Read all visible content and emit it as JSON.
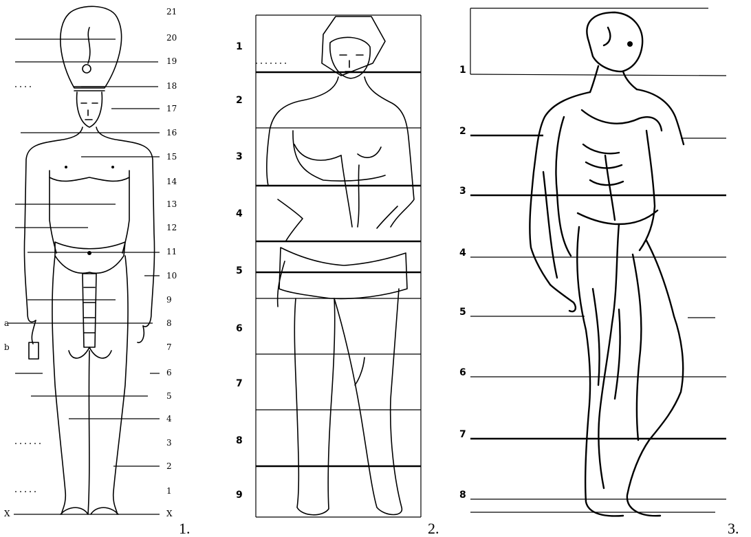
{
  "figures": [
    {
      "caption": "1.",
      "scale_labels": [
        "21",
        "20",
        "19",
        "18",
        "17",
        "16",
        "15",
        "14",
        "13",
        "12",
        "11",
        "10",
        "9",
        "8",
        "7",
        "6",
        "5",
        "4",
        "3",
        "2",
        "1",
        "X"
      ],
      "left_marks": [
        "a",
        "b",
        "X"
      ]
    },
    {
      "caption": "2.",
      "scale_labels": [
        "1",
        "2",
        "3",
        "4",
        "5",
        "6",
        "7",
        "8",
        "9"
      ]
    },
    {
      "caption": "3.",
      "scale_labels": [
        "1",
        "2",
        "3",
        "4",
        "5",
        "6",
        "7",
        "8"
      ]
    }
  ]
}
